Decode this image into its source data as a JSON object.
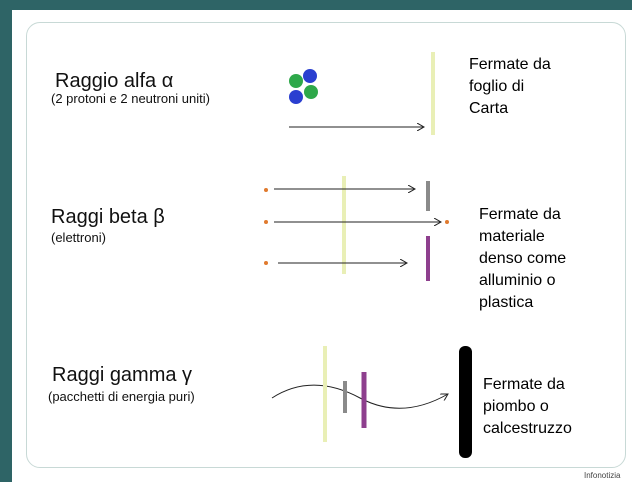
{
  "alpha": {
    "title": "Raggio alfa α",
    "subtitle": "(2 protoni e 2 neutroni uniti)",
    "stop_line1": "Fermate da",
    "stop_line2": "foglio di",
    "stop_line3": "Carta"
  },
  "beta": {
    "title": "Raggi beta β",
    "subtitle": "(elettroni)",
    "stop_line1": "Fermate da",
    "stop_line2": "materiale",
    "stop_line3": "denso come",
    "stop_line4": "alluminio o",
    "stop_line5": "plastica"
  },
  "gamma": {
    "title": "Raggi gamma γ",
    "subtitle": "(pacchetti di energia puri)",
    "stop_line1": "Fermate da",
    "stop_line2": "piombo o",
    "stop_line3": "calcestruzzo"
  },
  "credit": "Infonotizia",
  "colors": {
    "background": "#2e6466",
    "paper": "#e9efb6",
    "aluminium": "#8a8a8a",
    "plastic": "#8e3f8e",
    "lead": "#000000",
    "proton": "#2ea84a",
    "neutron": "#2a3fd0",
    "electron": "#e07a2e"
  }
}
